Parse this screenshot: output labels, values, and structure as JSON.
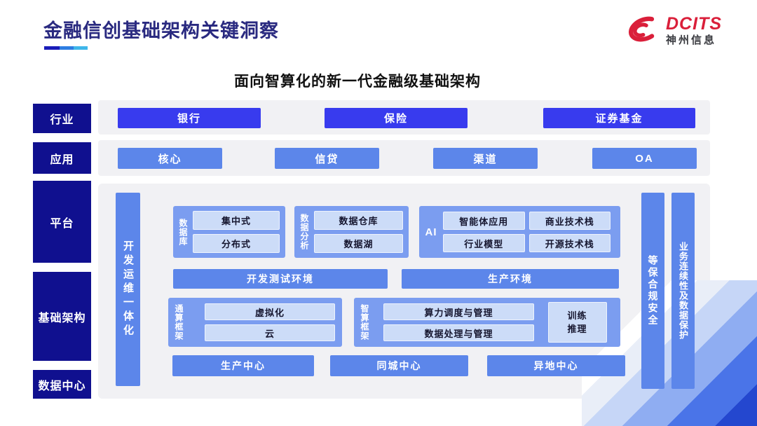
{
  "header": {
    "title": "金融信创基础架构关键洞察",
    "logo": {
      "brand": "DCITS",
      "company": "神州信息"
    }
  },
  "subtitle": "面向智算化的新一代金融级基础架构",
  "left_labels": {
    "industry": "行业",
    "application": "应用",
    "platform": "平台",
    "infrastructure": "基础架构",
    "datacenter": "数据中心"
  },
  "industry_row": {
    "items": [
      "银行",
      "保险",
      "证券基金"
    ]
  },
  "application_row": {
    "items": [
      "核心",
      "信贷",
      "渠道",
      "OA"
    ]
  },
  "platform_panel": {
    "devops_bar": "开发运维一体化",
    "groups": [
      {
        "name": "数据库",
        "items": [
          "集中式",
          "分布式"
        ]
      },
      {
        "name": "数据分析",
        "items": [
          "数据仓库",
          "数据湖"
        ]
      },
      {
        "name": "AI",
        "items": [
          "智能体应用",
          "商业技术栈",
          "行业模型",
          "开源技术栈"
        ]
      }
    ],
    "env_bars": [
      "开发测试环境",
      "生产环境"
    ],
    "frameworks": [
      {
        "name": "通算框架",
        "items": [
          "虚拟化",
          "云"
        ]
      },
      {
        "name": "智算框架",
        "items": [
          "算力调度与管理",
          "数据处理与管理"
        ],
        "side_item": "训练\n推理"
      }
    ],
    "centers": [
      "生产中心",
      "同城中心",
      "异地中心"
    ],
    "right_bars": [
      "等保合规安全",
      "业务连续性及数据保护"
    ]
  },
  "colors": {
    "title_navy": "#2a2a80",
    "label_navy": "#10108f",
    "primary_blue": "#383bee",
    "secondary_blue": "#5c86ea",
    "group_blue": "#7b9df0",
    "inner_box_blue": "#ccdcf8",
    "panel_gray": "#f1f1f4",
    "brand_red": "#da1f3a",
    "underline": [
      "#1a1cb8",
      "#2e7de2",
      "#3fb6ea"
    ],
    "deco_bands": [
      "#2447cf",
      "#4a74e8",
      "#8fadf2",
      "#c6d6f7",
      "#e9eef8",
      "#ffffff"
    ]
  }
}
